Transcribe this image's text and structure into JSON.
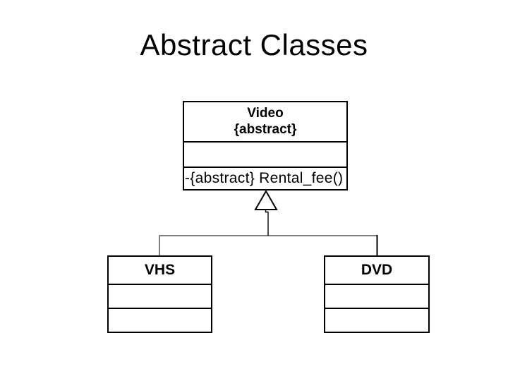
{
  "title": "Abstract Classes",
  "colors": {
    "background": "#ffffff",
    "text": "#000000",
    "line": "#000000",
    "connector_gray": "#808080",
    "box_fill": "#ffffff"
  },
  "diagram": {
    "superclass": {
      "name": "Video",
      "stereotype": "{abstract}",
      "attributes": "",
      "operations": "-{abstract} Rental_fee()"
    },
    "relationship": "generalization",
    "subclasses": [
      {
        "name": "VHS",
        "attributes": "",
        "operations": ""
      },
      {
        "name": "DVD",
        "attributes": "",
        "operations": ""
      }
    ]
  }
}
